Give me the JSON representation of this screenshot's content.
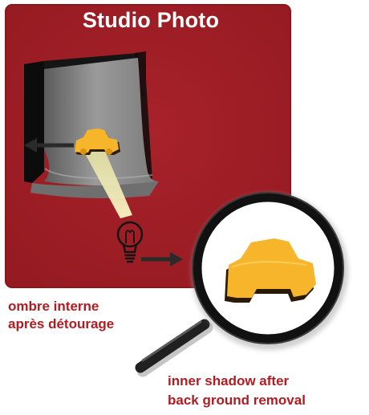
{
  "title": "Studio Photo",
  "caption_fr": {
    "line1": "ombre interne",
    "line2": "après détourage"
  },
  "caption_en": {
    "line1": "inner shadow after",
    "line2": "back ground removal"
  },
  "colors": {
    "panel": "#a01d24",
    "caption": "#b11c22",
    "car": "#f6b52b",
    "car_shadow": "#3a2a10",
    "backdrop": "#8d8d8d",
    "light_cone": "#f3efb0",
    "lens_ring": "#101010"
  },
  "icons": [
    "studio-backdrop",
    "car-icon",
    "arrow-left-icon",
    "light-bulb-icon",
    "arrow-right-icon",
    "magnifier-icon",
    "car-zoomed-icon"
  ]
}
